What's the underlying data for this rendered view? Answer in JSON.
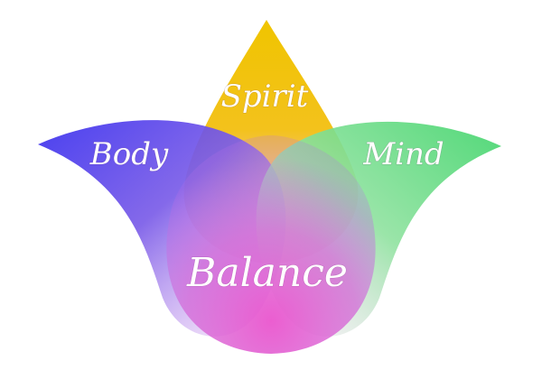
{
  "diagram": {
    "labels": {
      "spirit": "Spirit",
      "body": "Body",
      "mind": "Mind",
      "balance": "Balance"
    },
    "colors": {
      "background": "#ffffff",
      "spirit": "#f2c200",
      "body": "#3c35ee",
      "mind": "#4fd87a",
      "balance": "#e653cf",
      "text": "#ffffff"
    }
  }
}
